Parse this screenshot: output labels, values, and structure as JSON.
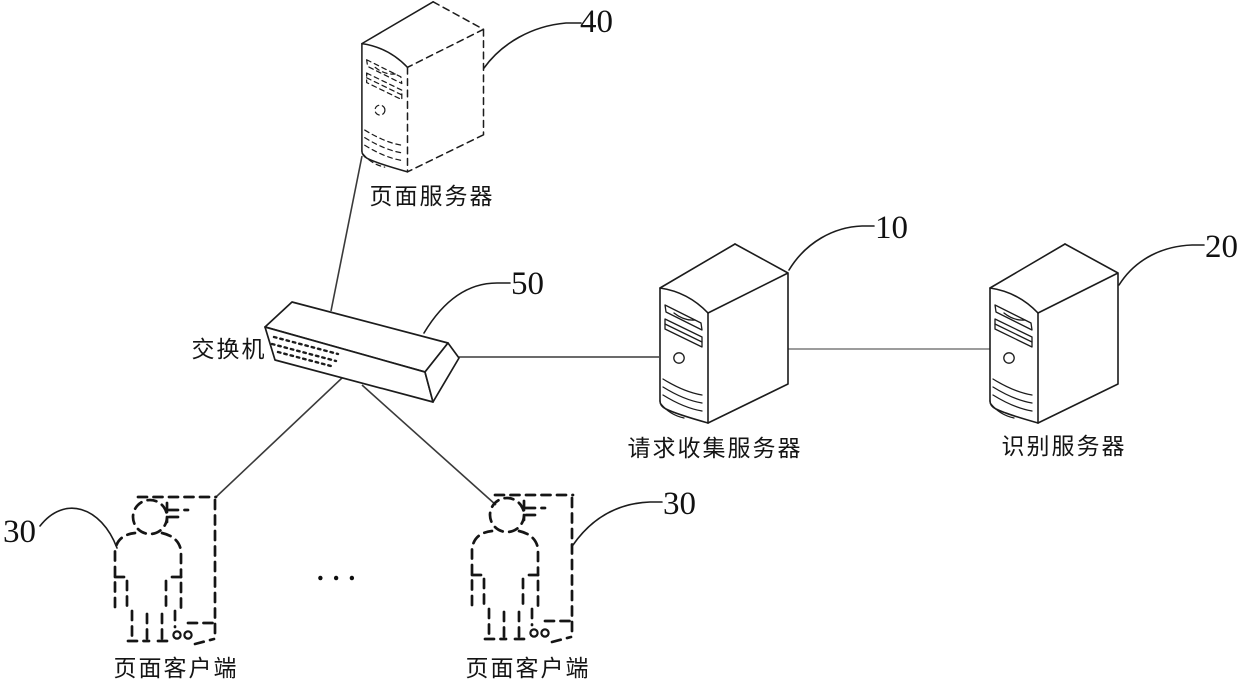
{
  "figure": {
    "type": "network-architecture-patent-diagram",
    "background": "#ffffff",
    "ink_color": "#1c1c1c",
    "secondary_line_color": "#9c9c9c"
  },
  "nodes": {
    "page_server": {
      "label": "页面服务器",
      "ref": "40"
    },
    "switch": {
      "label": "交换机",
      "ref": "50"
    },
    "request_server": {
      "label": "请求收集服务器",
      "ref": "10"
    },
    "recognition_server": {
      "label": "识别服务器",
      "ref": "20"
    },
    "client_left": {
      "label": "页面客户端",
      "ref": "30"
    },
    "client_right": {
      "label": "页面客户端",
      "ref": "30"
    }
  },
  "ellipsis": "...",
  "connections": [
    {
      "from": "页面服务器 (40)",
      "to": "交换机 (50)"
    },
    {
      "from": "交换机 (50)",
      "to": "页面客户端 (30, left)"
    },
    {
      "from": "交换机 (50)",
      "to": "页面客户端 (30, right)"
    },
    {
      "from": "交换机 (50)",
      "to": "请求收集服务器 (10)"
    },
    {
      "from": "请求收集服务器 (10)",
      "to": "识别服务器 (20)"
    }
  ]
}
